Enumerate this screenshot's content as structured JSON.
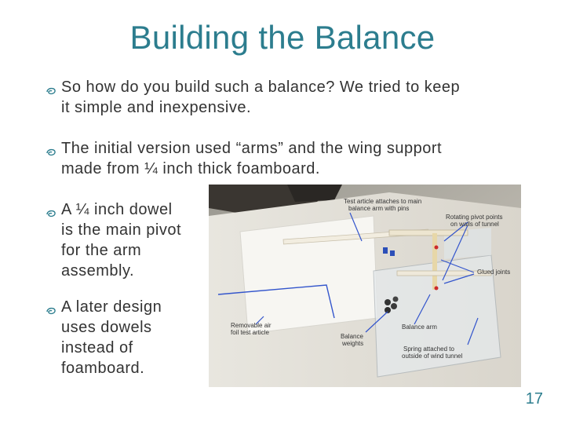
{
  "slide": {
    "title": "Building the Balance",
    "bullets": [
      {
        "line1": "So how do you build such a balance? We tried to keep",
        "line2": "it simple and inexpensive."
      },
      {
        "line1": "The initial version used “arms” and the wing support",
        "line2": "made from ¼ inch thick foamboard."
      },
      {
        "line1": "A ¼ inch dowel",
        "line2": "is the main pivot",
        "line3": "for the arm",
        "line4": "assembly."
      },
      {
        "line1": "A later design",
        "line2": "uses dowels",
        "line3": "instead of",
        "line4": "foamboard."
      }
    ],
    "page_number": "17",
    "bullet_icon": "swirl-bullet-icon",
    "accent_color": "#2c7d8e",
    "text_color": "#333333"
  },
  "photo": {
    "annotations": {
      "test_article_1": "Test article attaches to main",
      "test_article_2": "balance arm with pins",
      "pivot_1": "Rotating pivot points",
      "pivot_2": "on walls of tunnel",
      "glued": "Glued joints",
      "removable_1": "Removable air",
      "removable_2": "foil test article",
      "balance_arm": "Balance arm",
      "weights_1": "Balance",
      "weights_2": "weights",
      "spring_1": "Spring attached to",
      "spring_2": "outside of wind tunnel"
    }
  }
}
